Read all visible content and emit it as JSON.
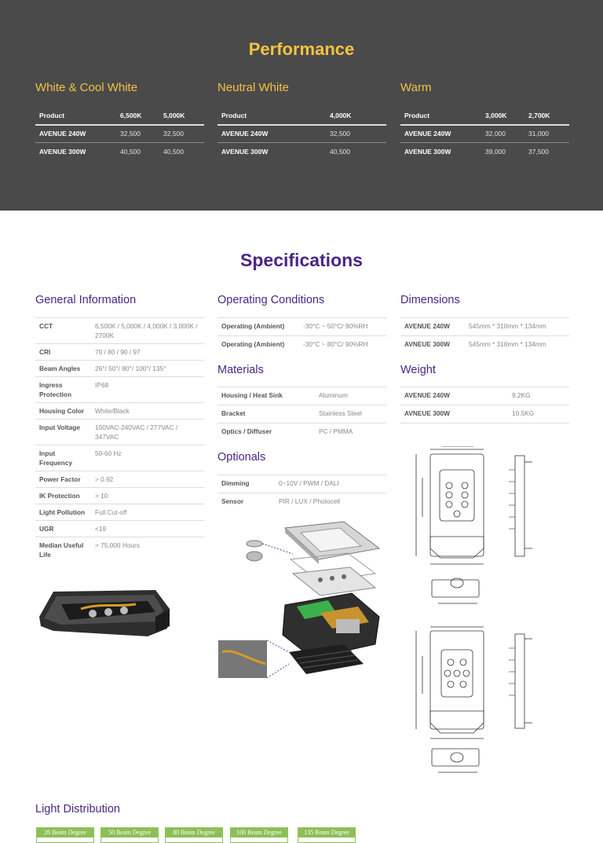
{
  "performance": {
    "title": "Performance",
    "groups": [
      {
        "title": "White & Cool White",
        "headers": [
          "Product",
          "6,500K",
          "5,000K"
        ],
        "rows": [
          [
            "AVENUE 240W",
            "32,500",
            "32,500"
          ],
          [
            "AVENUE 300W",
            "40,500",
            "40,500"
          ]
        ]
      },
      {
        "title": "Neutral White",
        "headers": [
          "Product",
          "4,000K"
        ],
        "rows": [
          [
            "AVENUE 240W",
            "32,500"
          ],
          [
            "AVENUE 300W",
            "40,500"
          ]
        ]
      },
      {
        "title": "Warm",
        "headers": [
          "Product",
          "3,000K",
          "2,700K"
        ],
        "rows": [
          [
            "AVENUE 240W",
            "32,000",
            "31,000"
          ],
          [
            "AVENUE 300W",
            "39,000",
            "37,500"
          ]
        ]
      }
    ]
  },
  "specifications": {
    "title": "Specifications",
    "general": {
      "title": "General Information",
      "rows": [
        {
          "k": "CCT",
          "v": "6,500K / 5,000K / 4,000K / 3,000K / 2700K"
        },
        {
          "k": "CRI",
          "v": "70 / 80 / 90 / 97"
        },
        {
          "k": "Beam Angles",
          "v": "26°/ 50°/ 80°/ 100°/ 135°"
        },
        {
          "k": "Ingress Protection",
          "v": "IP68"
        },
        {
          "k": "Housing Color",
          "v": "White/Black"
        },
        {
          "k": "Input Voltage",
          "v": "100VAC-240VAC / 277VAC / 347VAC"
        },
        {
          "k": "Input Frequency",
          "v": "50-60 Hz"
        },
        {
          "k": "Power Factor",
          "v": "> 0.92"
        },
        {
          "k": "IK Protection",
          "v": "> 10"
        },
        {
          "k": "Light Pollution",
          "v": "Full Cut-off"
        },
        {
          "k": "UGR",
          "v": "<19"
        },
        {
          "k": "Median Useful Life",
          "v": "> 75,000 Hours"
        }
      ]
    },
    "operating": {
      "title": "Operating Conditions",
      "rows": [
        {
          "k": "Operating (Ambient)",
          "v": "-30°C ~ 50°C/ 90%RH"
        },
        {
          "k": "Operating (Ambient)",
          "v": "-30°C ~ 80°C/ 90%RH"
        }
      ]
    },
    "materials": {
      "title": "Materials",
      "rows": [
        {
          "k": "Housing / Heat Sink",
          "v": "Aluminum"
        },
        {
          "k": "Bracket",
          "v": "Stainless Steel"
        },
        {
          "k": "Optics / Diffuser",
          "v": "PC / PMMA"
        }
      ]
    },
    "optionals": {
      "title": "Optionals",
      "rows": [
        {
          "k": "Dimming",
          "v": "0~10V / PWM / DALI"
        },
        {
          "k": "Sensor",
          "v": "PIR / LUX / Photocell"
        }
      ]
    },
    "dimensions": {
      "title": "Dimensions",
      "rows": [
        {
          "k": "AVENUE 240W",
          "v": "545mm * 310mm * 134mm"
        },
        {
          "k": "AVNEUE 300W",
          "v": "545mm * 310mm * 134mm"
        }
      ]
    },
    "weight": {
      "title": "Weight",
      "rows": [
        {
          "k": "AVENUE 240W",
          "v": "9.2KG"
        },
        {
          "k": "AVNEUE 300W",
          "v": "10.5KG"
        }
      ]
    }
  },
  "light_distribution": {
    "title": "Light Distribution",
    "beams": [
      "26 Beam Degree",
      "50 Beam Degree",
      "80 Beam Degree",
      "100 Beam Degree",
      "135 Beam Degree"
    ]
  },
  "colors": {
    "band": "#4a4a4a",
    "accent_yellow": "#f3c342",
    "accent_purple": "#4b2585",
    "beam_green": "#8dbf57"
  }
}
